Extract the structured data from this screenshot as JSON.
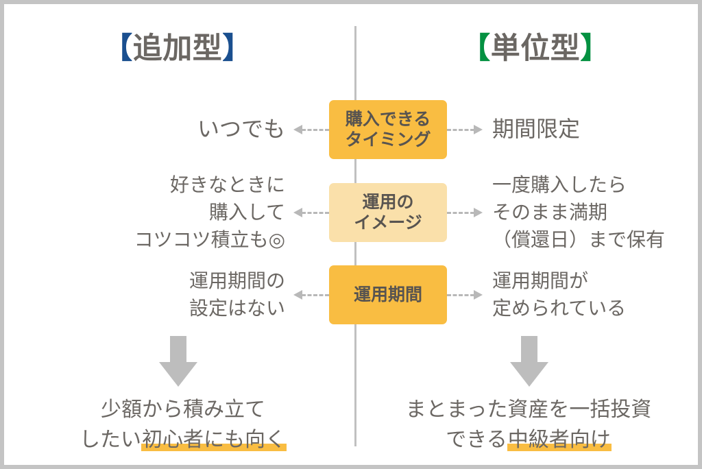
{
  "diagram": {
    "headings": {
      "left": {
        "bracket_open": "【",
        "text": "追加型",
        "bracket_close": "】",
        "bracket_color": "#1a4f8f"
      },
      "right": {
        "bracket_open": "【",
        "text": "単位型",
        "bracket_close": "】",
        "bracket_color": "#049141"
      }
    },
    "rows": [
      {
        "center_label": "購入できる\nタイミング",
        "center_tone": "#f9bd42",
        "left_text": "いつでも",
        "right_text": "期間限定",
        "left_arrow": "arrow-left-dashed",
        "right_arrow": "arrow-right-dashed"
      },
      {
        "center_label": "運用の\nイメージ",
        "center_tone": "#fae0aa",
        "left_text": "好きなときに\n購入して\nコツコツ積立も◎",
        "right_text": "一度購入したら\nそのまま満期\n（償還日）まで保有",
        "left_arrow": "arrow-left-dashed",
        "right_arrow": "arrow-right-dashed"
      },
      {
        "center_label": "運用期間",
        "center_tone": "#f9bd42",
        "left_text": "運用期間の\n設定はない",
        "right_text": "運用期間が\n定められている",
        "left_arrow": "arrow-left-dashed",
        "right_arrow": "arrow-right-dashed"
      }
    ],
    "conclusions": {
      "left": {
        "line1": "少額から積み立て",
        "line2_plain": "したい",
        "line2_highlight": "初心者にも向く"
      },
      "right": {
        "line1": "まとまった資産を一括投資",
        "line2_plain": "できる",
        "line2_highlight": "中級者向け"
      }
    },
    "colors": {
      "accent_strong": "#f9bd42",
      "accent_light": "#fae0aa",
      "text": "#6b6763",
      "arrow_gray": "#bdbdbd",
      "divider": "#c0c0c0",
      "frame": "#c4c4c4"
    }
  }
}
